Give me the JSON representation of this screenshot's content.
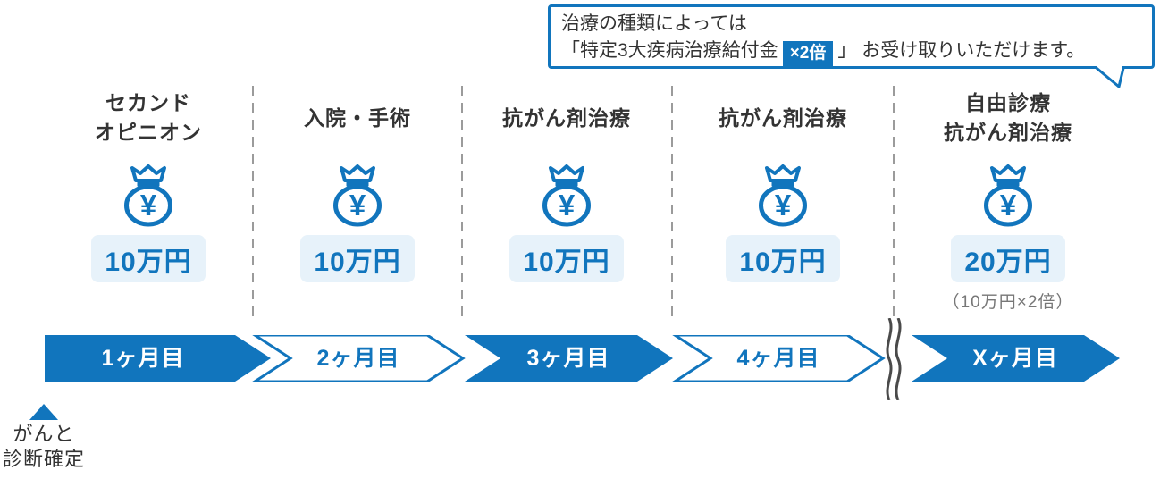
{
  "palette": {
    "blue": "#1175bd",
    "light_blue_box": "#e7f2fa",
    "dark_text": "#333333",
    "note_gray": "#777777",
    "divider_gray": "#9b9b9b",
    "squiggle_gray": "#4a4a4a",
    "white": "#ffffff"
  },
  "callout": {
    "line1": "治療の種類によっては",
    "line2_prefix": "「特定3大疾病治療給付金",
    "badge": "×2倍",
    "line2_suffix": "」 お受け取りいただけます。"
  },
  "columns": [
    {
      "line1": "セカンド",
      "line2": "オピニオン",
      "amount": "10万円"
    },
    {
      "line1": "入院・手術",
      "line2": "",
      "amount": "10万円"
    },
    {
      "line1": "抗がん剤治療",
      "line2": "",
      "amount": "10万円"
    },
    {
      "line1": "抗がん剤治療",
      "line2": "",
      "amount": "10万円"
    },
    {
      "line1": "自由診療",
      "line2": "抗がん剤治療",
      "amount": "20万円",
      "note": "（10万円×2倍）"
    }
  ],
  "timeline": [
    {
      "label": "1ヶ月目",
      "style": "filled"
    },
    {
      "label": "2ヶ月目",
      "style": "outline"
    },
    {
      "label": "3ヶ月目",
      "style": "filled"
    },
    {
      "label": "4ヶ月目",
      "style": "outline"
    },
    {
      "label": "Xヶ月目",
      "style": "filled"
    }
  ],
  "marker": {
    "line1": "がんと",
    "line2": "診断確定"
  },
  "icons": {
    "money_bag": "money-bag-yen-icon",
    "currency_symbol": "¥"
  }
}
